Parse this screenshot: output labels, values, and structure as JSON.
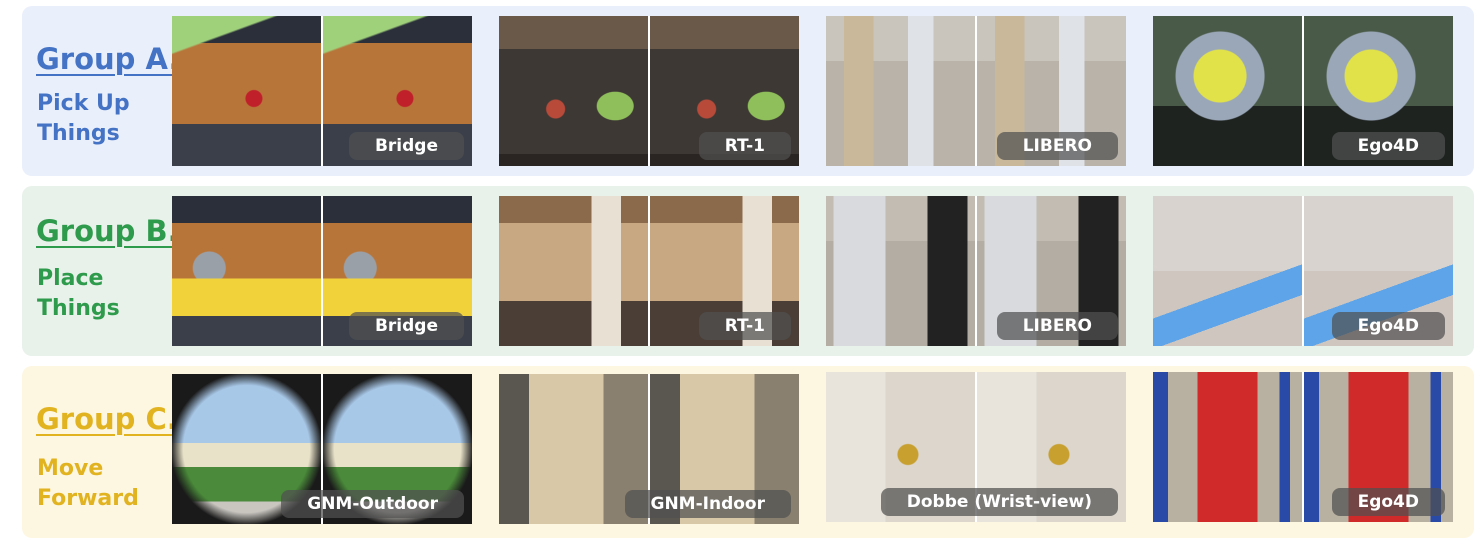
{
  "groups": [
    {
      "title": "Group A.",
      "subtitle_line1": "Pick Up",
      "subtitle_line2": "Things",
      "color": "#4472c4",
      "clips": [
        {
          "label": "Bridge"
        },
        {
          "label": "RT-1"
        },
        {
          "label": "LIBERO"
        },
        {
          "label": "Ego4D"
        }
      ]
    },
    {
      "title": "Group B.",
      "subtitle_line1": "Place",
      "subtitle_line2": "Things",
      "color": "#2e9a4b",
      "clips": [
        {
          "label": "Bridge"
        },
        {
          "label": "RT-1"
        },
        {
          "label": "LIBERO"
        },
        {
          "label": "Ego4D"
        }
      ]
    },
    {
      "title": "Group C.",
      "subtitle_line1": "Move",
      "subtitle_line2": "Forward",
      "color": "#e2b320",
      "clips": [
        {
          "label": "GNM-Outdoor"
        },
        {
          "label": "GNM-Indoor"
        },
        {
          "label": "Dobbe (Wrist-view)"
        },
        {
          "label": "Ego4D"
        }
      ]
    }
  ]
}
